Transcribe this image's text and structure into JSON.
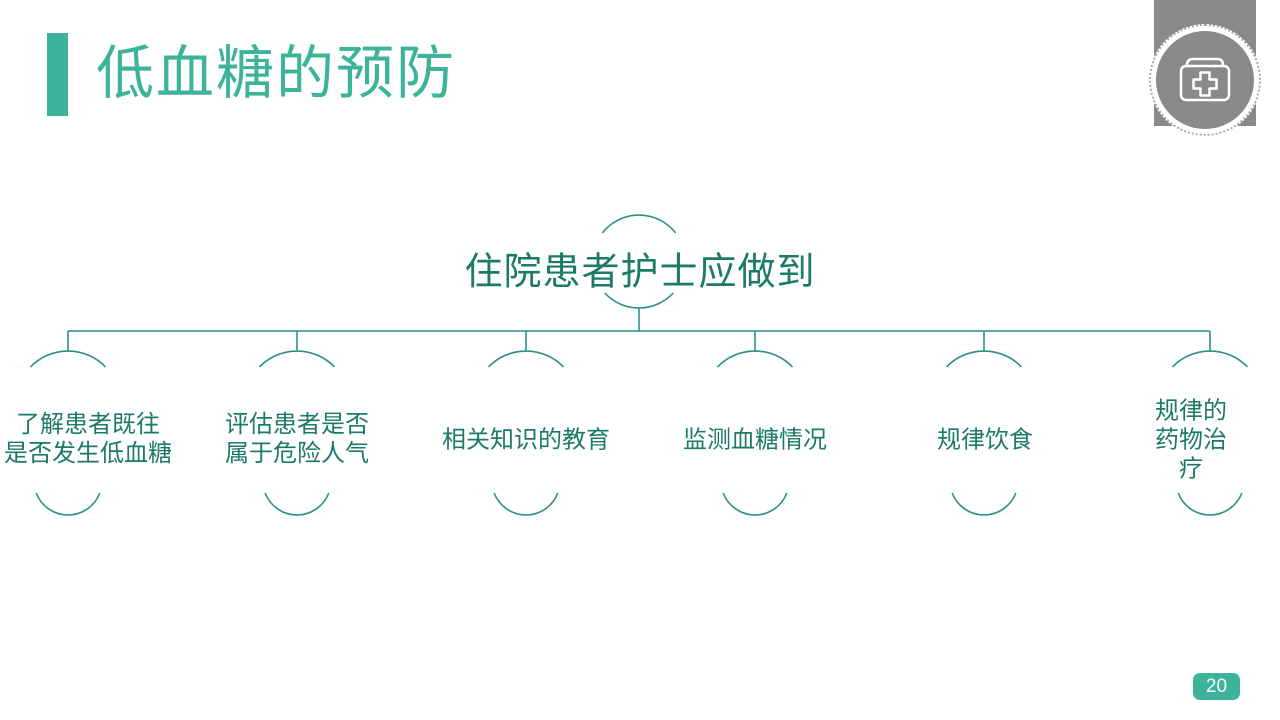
{
  "slide": {
    "title": "低血糖的预防",
    "page_number": "20"
  },
  "colors": {
    "accent": "#3DB39B",
    "text": "#1C7A6A",
    "line": "#2B9183",
    "gray": "#8A8A8A",
    "ring-dot": "#ABABAB"
  },
  "header_icon": "first-aid-kit",
  "diagram": {
    "root_label": "住院患者护士应做到",
    "children": [
      {
        "label": "了解患者既往\n是否发生低血糖"
      },
      {
        "label": "评估患者是否\n属于危险人气"
      },
      {
        "label": "相关知识的教育"
      },
      {
        "label": "监测血糖情况"
      },
      {
        "label": "规律饮食"
      },
      {
        "label": "规律的药物治疗"
      }
    ]
  }
}
